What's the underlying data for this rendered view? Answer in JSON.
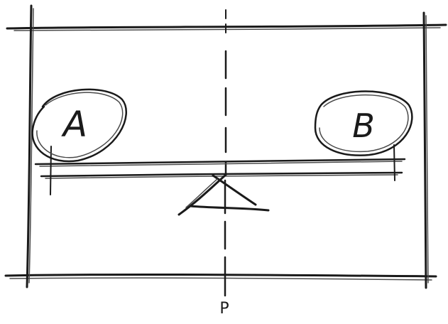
{
  "diagram": {
    "object_a_label": "A",
    "object_b_label": "B",
    "pivot_label": "P"
  }
}
